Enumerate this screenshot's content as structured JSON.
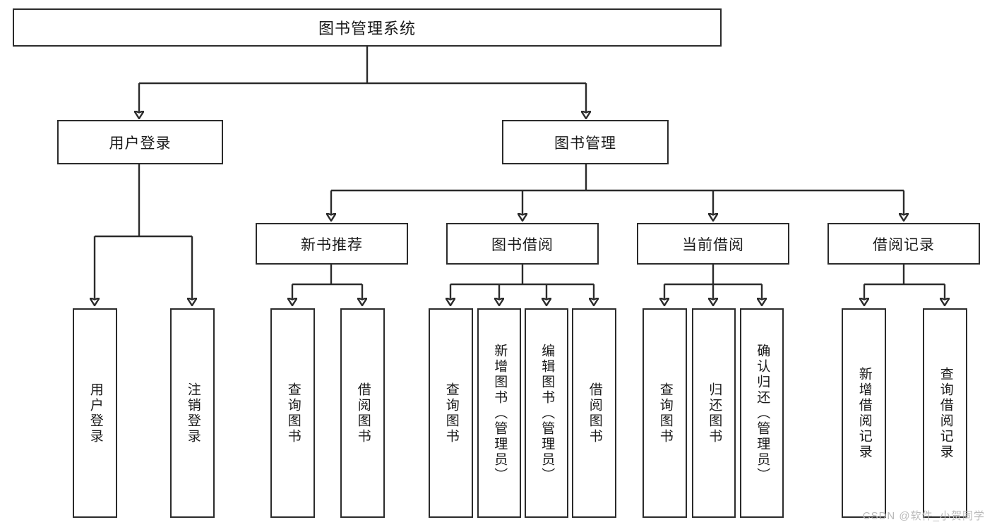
{
  "diagram": {
    "type": "tree",
    "title": "图书管理系统",
    "watermark": "CSDN @软件_小贺同学",
    "style": {
      "box_border_color": "#2b2b2b",
      "box_fill_color": "#ffffff",
      "connector_color": "#2b2b2b",
      "text_color": "#1a1a1a",
      "watermark_color": "#b9b9b9",
      "background": "#ffffff"
    },
    "nodes": {
      "root": {
        "label": "图书管理系统"
      },
      "level2": [
        {
          "label": "用户登录"
        },
        {
          "label": "图书管理"
        }
      ],
      "level3": [
        {
          "label": "新书推荐"
        },
        {
          "label": "图书借阅"
        },
        {
          "label": "当前借阅"
        },
        {
          "label": "借阅记录"
        }
      ],
      "leaves_user_login": [
        {
          "label": "用户登录"
        },
        {
          "label": "注销登录"
        }
      ],
      "leaves_new_books": [
        {
          "label": "查询图书"
        },
        {
          "label": "借阅图书"
        }
      ],
      "leaves_borrow": [
        {
          "label": "查询图书"
        },
        {
          "label": "新增图书（管理员）"
        },
        {
          "label": "编辑图书（管理员）"
        },
        {
          "label": "借阅图书"
        }
      ],
      "leaves_current": [
        {
          "label": "查询图书"
        },
        {
          "label": "归还图书"
        },
        {
          "label": "确认归还（管理员）"
        }
      ],
      "leaves_records": [
        {
          "label": "新增借阅记录"
        },
        {
          "label": "查询借阅记录"
        }
      ]
    }
  }
}
